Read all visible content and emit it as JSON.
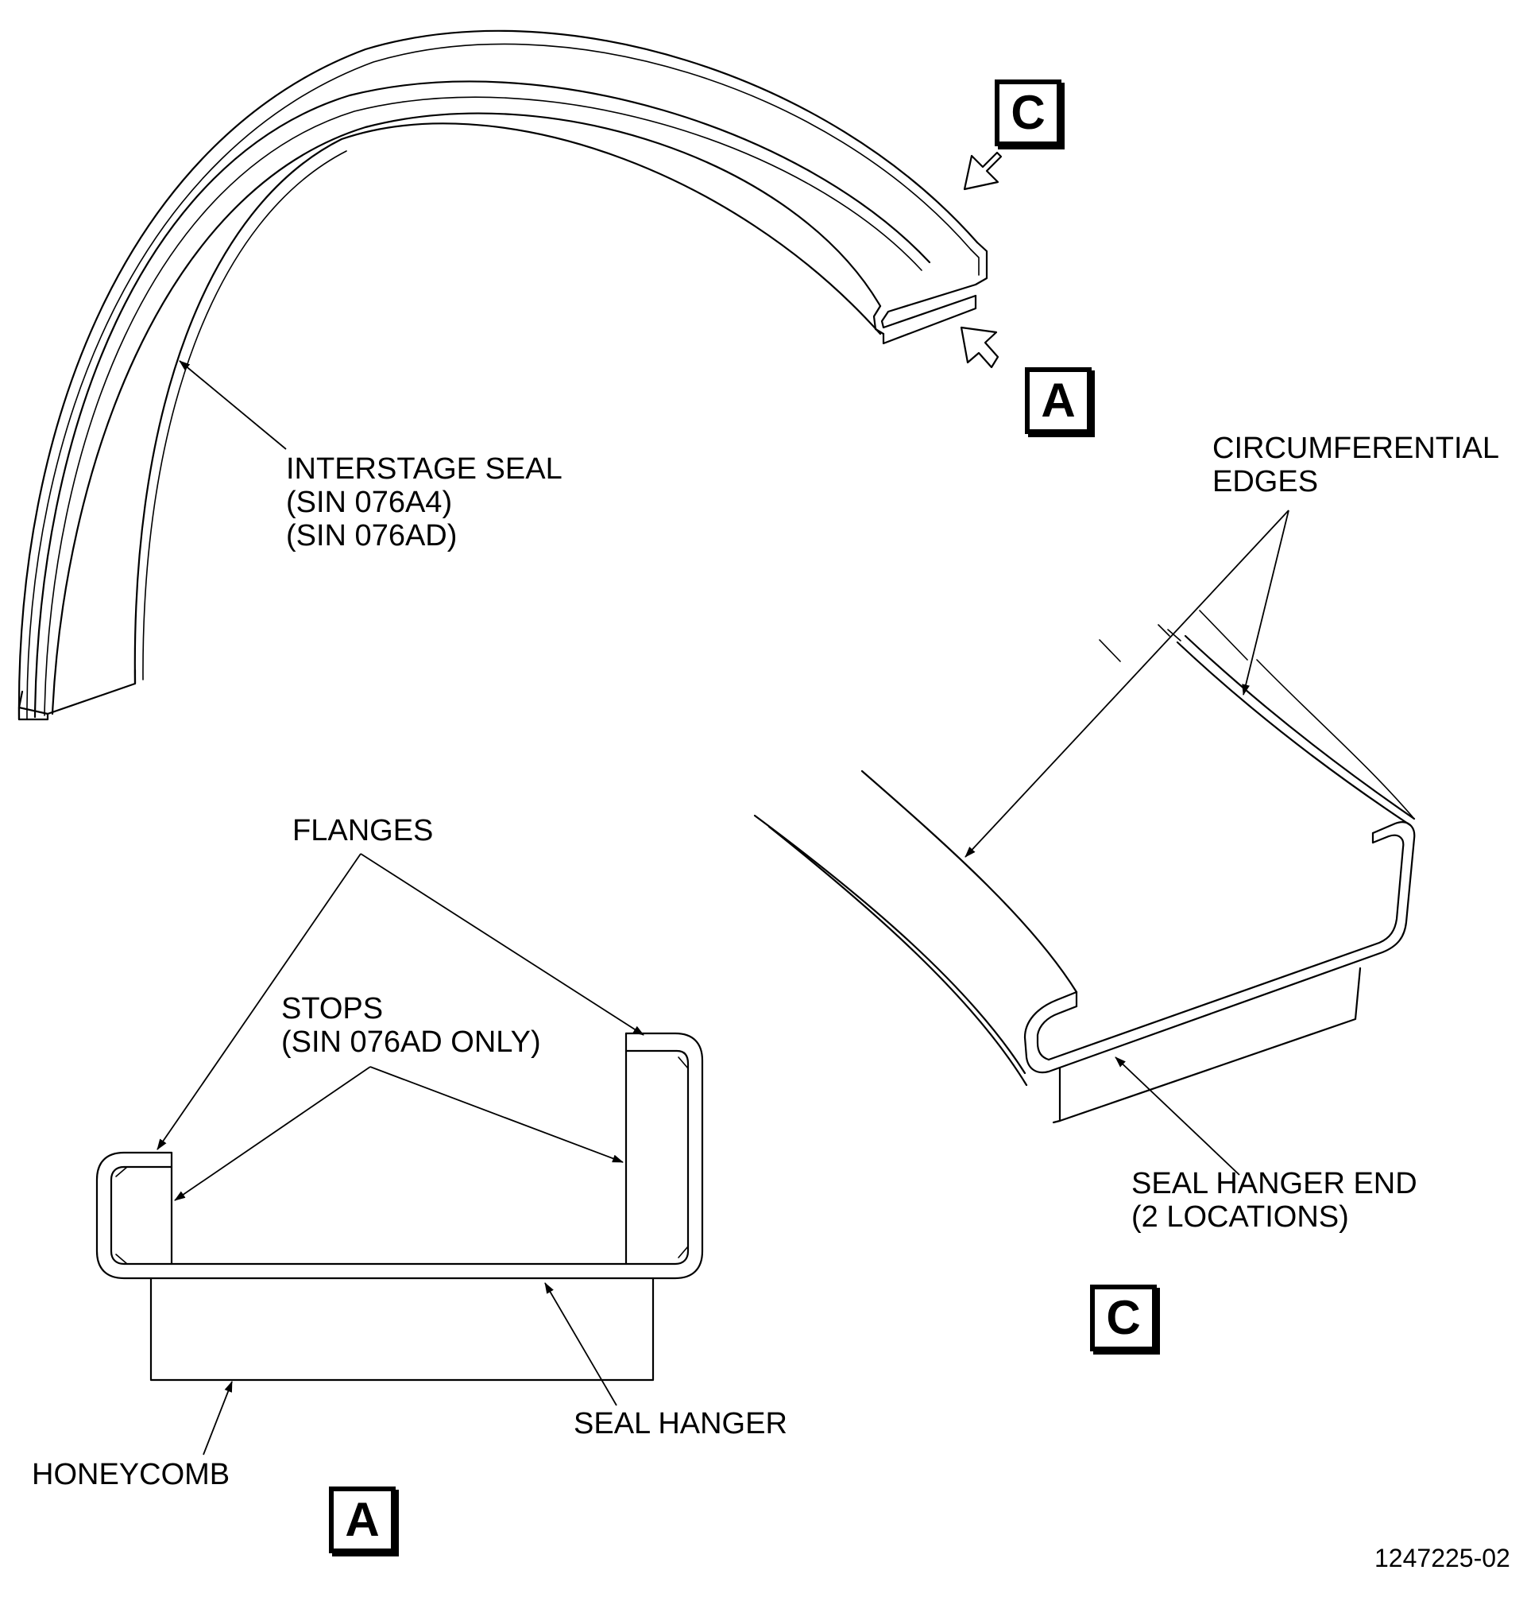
{
  "labels": {
    "interstage_seal": [
      "INTERSTAGE SEAL",
      "(SIN 076A4)",
      "(SIN 076AD)"
    ],
    "circumferential_edges": [
      "CIRCUMFERENTIAL",
      "EDGES"
    ],
    "flanges": "FLANGES",
    "stops": [
      "STOPS",
      "(SIN 076AD ONLY)"
    ],
    "seal_hanger_end": [
      "SEAL HANGER END",
      "(2 LOCATIONS)"
    ],
    "seal_hanger": "SEAL HANGER",
    "honeycomb": "HONEYCOMB"
  },
  "view_markers": {
    "view_c_callout": "C",
    "view_a_callout": "A",
    "view_c_title": "C",
    "view_a_title": "A"
  },
  "drawing_number": "1247225-02"
}
